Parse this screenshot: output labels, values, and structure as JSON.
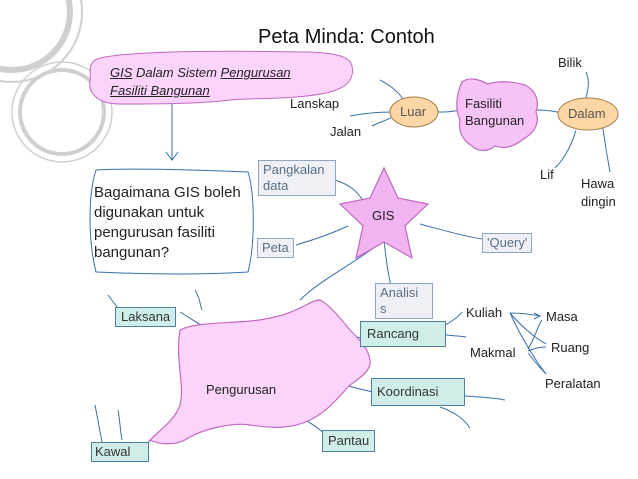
{
  "title": "Peta Minda: Contoh",
  "note": {
    "line1_a": "GIS",
    "line1_b": " Dalam Sistem ",
    "line1_c": "Pengurusan",
    "line2": "Fasiliti Bangunan"
  },
  "question": "Bagaimana GIS boleh digunakan untuk pengurusan fasiliti bangunan?",
  "center": "GIS",
  "nodes": {
    "luar": "Luar",
    "fasiliti_line1": "Fasiliti",
    "fasiliti_line2": "Bangunan",
    "dalam": "Dalam",
    "pengurusan": "Pengurusan"
  },
  "labels": {
    "bilik": "Bilik",
    "lanskap": "Lanskap",
    "jalan": "Jalan",
    "lif": "Lif",
    "hawa_line1": "Hawa",
    "hawa_line2": "dingin",
    "kuliah": "Kuliah",
    "makmal": "Makmal",
    "masa": "Masa",
    "ruang": "Ruang",
    "peralatan": "Peralatan"
  },
  "boxes": {
    "pangkalan_line1": "Pangkalan",
    "pangkalan_line2": "data",
    "peta": "Peta",
    "query": "'Query'",
    "analisis_line1": "Analisi",
    "analisis_line2": "s",
    "rancang": "Rancang",
    "koordinasi": "Koordinasi",
    "pantau": "Pantau",
    "laksana": "Laksana",
    "kawal": "Kawal"
  },
  "colors": {
    "blob_pink": "#fbd3fb",
    "node_orange": "#fcd6a5",
    "box_green": "#cfeee9",
    "line_blue": "#3b6fa6",
    "ring_grey": "#c8c8c8"
  }
}
